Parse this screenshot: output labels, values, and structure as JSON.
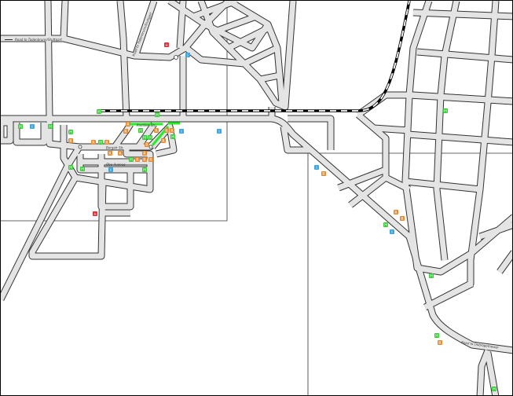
{
  "map": {
    "road_labels": {
      "west": "Road to Todenbrunn/Stuttgart",
      "north": "Road to Todenbrunn/Stuttgart",
      "east": "Road to Dobrogothwaer",
      "street_1": "Pantilier Str.",
      "street_2": "Bergstr Str.",
      "street_3": "Obe Avenue"
    },
    "colors": {
      "green": "#33cc33",
      "orange": "#e8872a",
      "blue": "#3aa7e0",
      "red": "#e0303a"
    },
    "markers": [
      {
        "type": "red",
        "glyph": "+"
      },
      {
        "type": "blue",
        "glyph": "i"
      },
      {
        "type": "green",
        "glyph": "H"
      },
      {
        "type": "green",
        "glyph": "H"
      },
      {
        "type": "green",
        "glyph": "H"
      },
      {
        "type": "blue",
        "glyph": "i"
      },
      {
        "type": "green",
        "glyph": "H"
      },
      {
        "type": "orange",
        "glyph": "R"
      },
      {
        "type": "green",
        "glyph": "H"
      },
      {
        "type": "orange",
        "glyph": "R"
      },
      {
        "type": "orange",
        "glyph": "R"
      },
      {
        "type": "orange",
        "glyph": "R"
      },
      {
        "type": "orange",
        "glyph": "R"
      },
      {
        "type": "orange",
        "glyph": "R"
      },
      {
        "type": "green",
        "glyph": "H"
      },
      {
        "type": "orange",
        "glyph": "R"
      },
      {
        "type": "green",
        "glyph": "H"
      },
      {
        "type": "green",
        "glyph": "H"
      },
      {
        "type": "green",
        "glyph": "H"
      },
      {
        "type": "orange",
        "glyph": "R"
      },
      {
        "type": "orange",
        "glyph": "R"
      },
      {
        "type": "green",
        "glyph": "H"
      },
      {
        "type": "orange",
        "glyph": "R"
      },
      {
        "type": "blue",
        "glyph": "i"
      },
      {
        "type": "orange",
        "glyph": "R"
      },
      {
        "type": "orange",
        "glyph": "R"
      },
      {
        "type": "orange",
        "glyph": "R"
      },
      {
        "type": "orange",
        "glyph": "R"
      },
      {
        "type": "green",
        "glyph": "H"
      },
      {
        "type": "orange",
        "glyph": "R"
      },
      {
        "type": "orange",
        "glyph": "R"
      },
      {
        "type": "green",
        "glyph": "H"
      },
      {
        "type": "blue",
        "glyph": "i"
      },
      {
        "type": "green",
        "glyph": "H"
      },
      {
        "type": "green",
        "glyph": "H"
      },
      {
        "type": "red",
        "glyph": "+"
      },
      {
        "type": "blue",
        "glyph": "i"
      },
      {
        "type": "blue",
        "glyph": "i"
      },
      {
        "type": "orange",
        "glyph": "R"
      },
      {
        "type": "orange",
        "glyph": "R"
      },
      {
        "type": "green",
        "glyph": "H"
      },
      {
        "type": "orange",
        "glyph": "R"
      },
      {
        "type": "blue",
        "glyph": "i"
      },
      {
        "type": "green",
        "glyph": "H"
      },
      {
        "type": "green",
        "glyph": "H"
      },
      {
        "type": "orange",
        "glyph": "R"
      },
      {
        "type": "green",
        "glyph": "H"
      },
      {
        "type": "green",
        "glyph": "H"
      }
    ]
  }
}
